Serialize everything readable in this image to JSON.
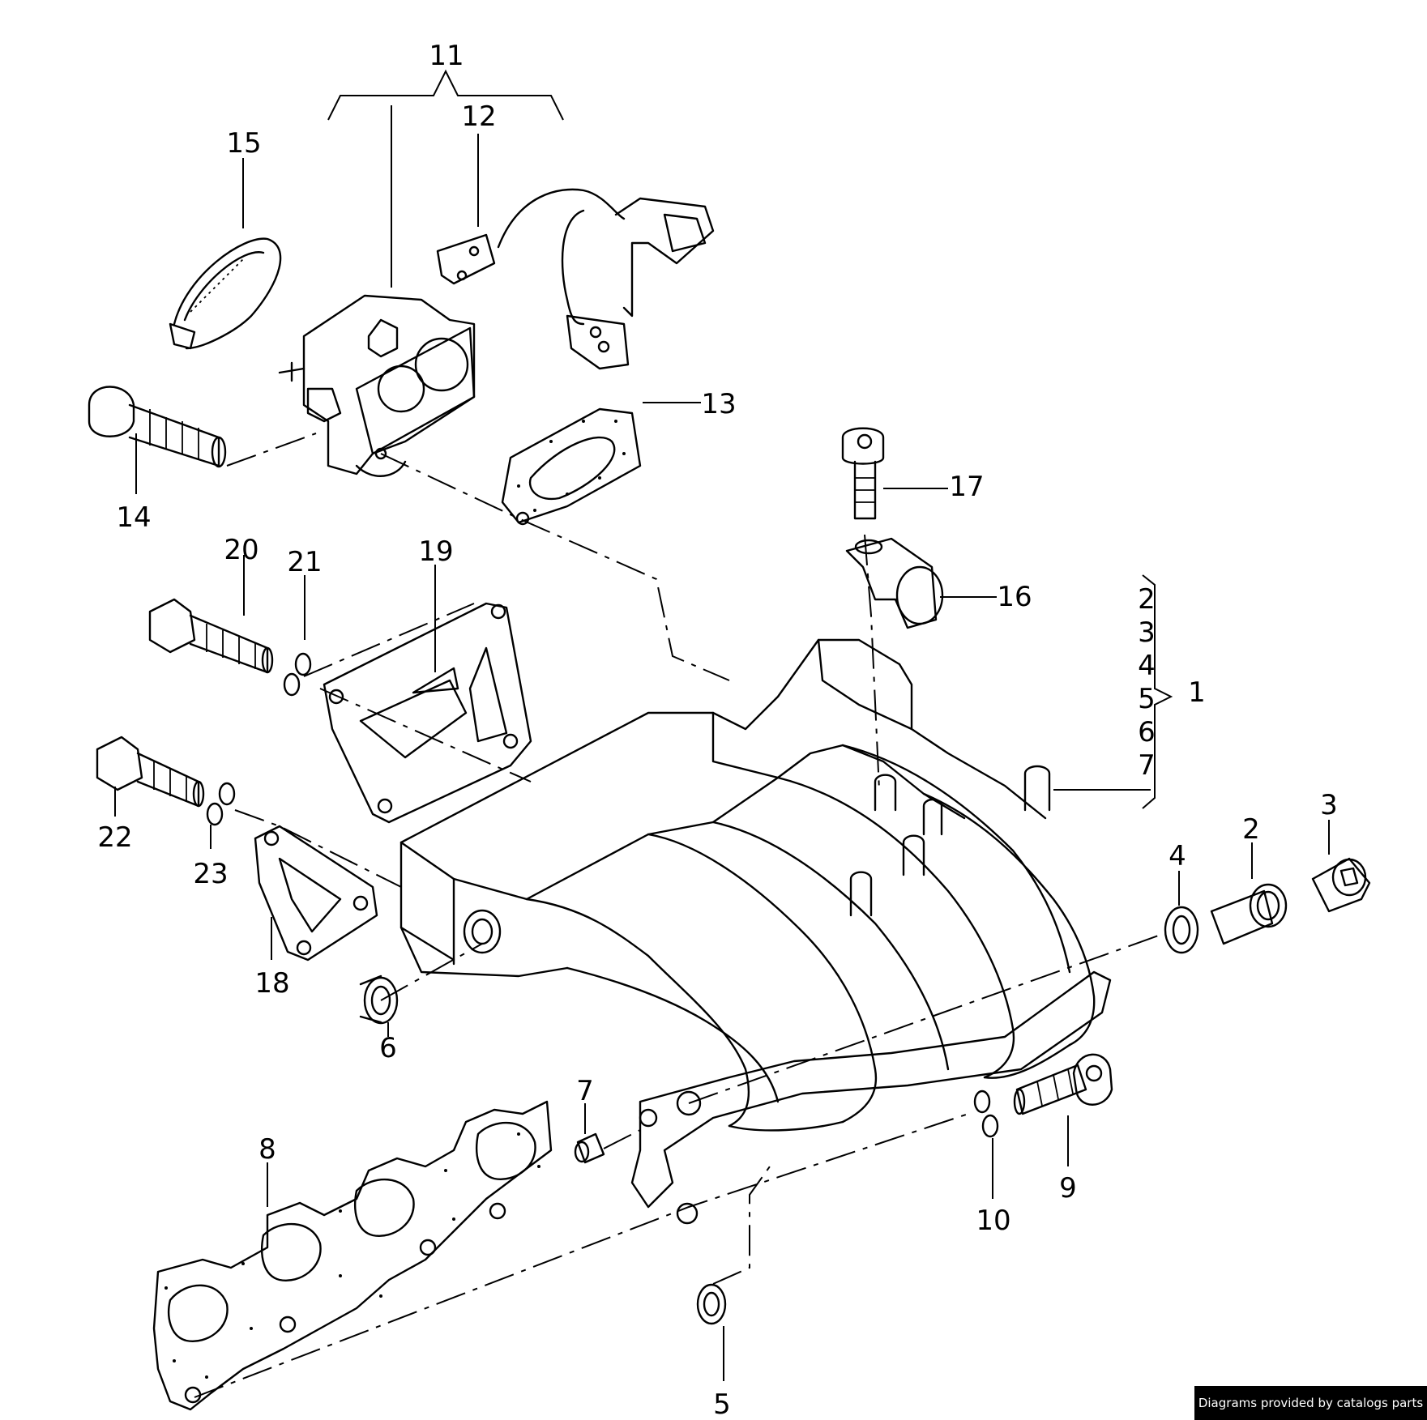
{
  "diagram": {
    "callouts": [
      "1",
      "2",
      "3",
      "4",
      "5",
      "6",
      "7",
      "8",
      "9",
      "10",
      "11",
      "12",
      "13",
      "14",
      "15",
      "16",
      "17",
      "18",
      "19",
      "20",
      "21",
      "22",
      "23"
    ],
    "group_1_members": [
      "2",
      "3",
      "4",
      "5",
      "6",
      "7"
    ]
  },
  "credit": "Diagrams provided by catalogs parts"
}
